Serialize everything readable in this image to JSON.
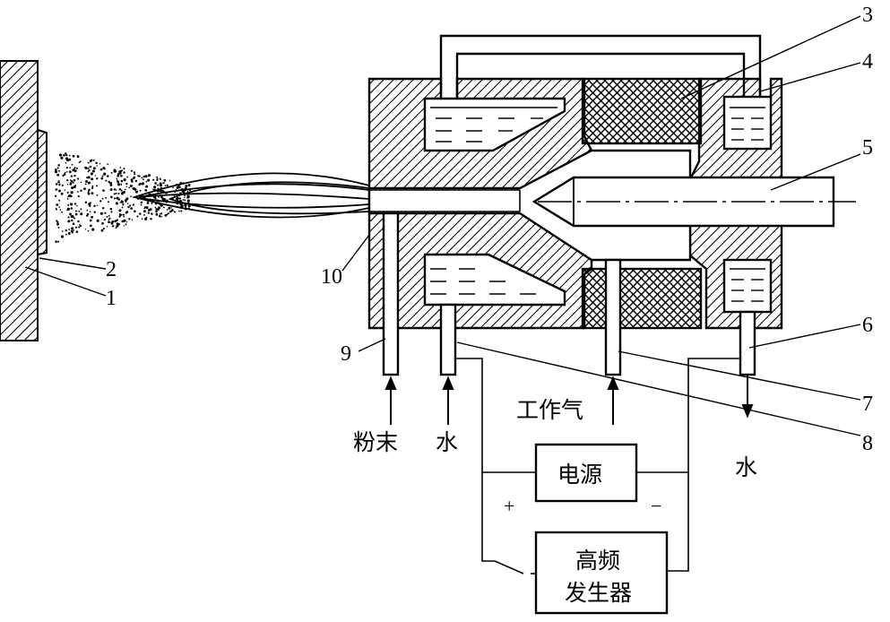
{
  "part_numbers": {
    "n1": "1",
    "n2": "2",
    "n3": "3",
    "n4": "4",
    "n5": "5",
    "n6": "6",
    "n7": "7",
    "n8": "8",
    "n9": "9",
    "n10": "10"
  },
  "labels": {
    "powder": "粉末",
    "water_in": "水",
    "working_gas": "工作气",
    "water_out": "水",
    "power_supply": "电源",
    "hf_line1": "高频",
    "hf_line2": "发生器",
    "plus": "+",
    "minus": "−"
  }
}
